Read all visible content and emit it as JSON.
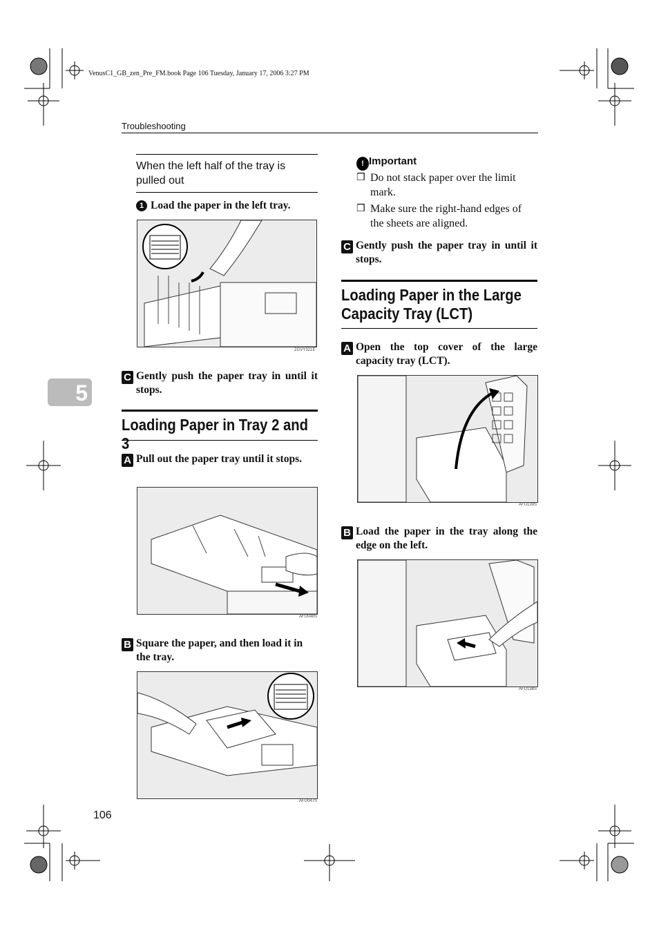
{
  "meta_line": "VenusC1_GB_zen_Pre_FM.book  Page 106  Tuesday, January 17, 2006  3:27 PM",
  "running_head": "Troubleshooting",
  "chapter_tab": "5",
  "page_number": "106",
  "left": {
    "subsection_title": "When the left half of the tray is pulled out",
    "substep_1": {
      "badge": "1",
      "text": "Load the paper in the left tray."
    },
    "fig1_code": "ZGVY321E",
    "step_c": {
      "badge": "C",
      "text": "Gently push the paper tray in until it stops."
    },
    "heading": "Loading Paper in Tray 2 and 3",
    "step_a": {
      "badge": "A",
      "text": "Pull out the paper tray until it stops."
    },
    "fig2_code": "AFU048S",
    "step_b": {
      "badge": "B",
      "text": "Square the paper, and then load it in the tray."
    },
    "fig3_code": "AFU047S"
  },
  "right": {
    "important_title": "Important",
    "important_items": [
      "Do not stack paper over the limit mark.",
      "Make sure the right-hand edges of the sheets are aligned."
    ],
    "step_c": {
      "badge": "C",
      "text": "Gently push the paper tray in until it stops."
    },
    "heading": "Loading Paper in the Large Capacity Tray (LCT)",
    "step_a": {
      "badge": "A",
      "text": "Open the top cover of the large capacity tray (LCT)."
    },
    "fig4_code": "AFU139S",
    "step_b": {
      "badge": "B",
      "text": "Load the paper in the tray along the edge on the left."
    },
    "fig5_code": "AFU138S"
  }
}
